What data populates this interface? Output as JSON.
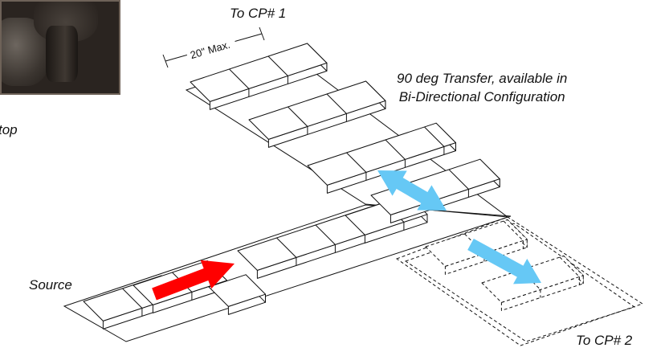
{
  "labels": {
    "to_cp1": "To CP# 1",
    "transfer_line1": "90 deg Transfer, available in",
    "transfer_line2": "Bi-Directional Configuration",
    "source": "Source",
    "to_cp2": "To CP# 2",
    "top_partial": "top",
    "dimension": "20\" Max."
  },
  "colors": {
    "source_arrow": "#ff0000",
    "transfer_arrow": "#66c8f5",
    "line": "#111111",
    "photo_bg": "#2a2420"
  }
}
